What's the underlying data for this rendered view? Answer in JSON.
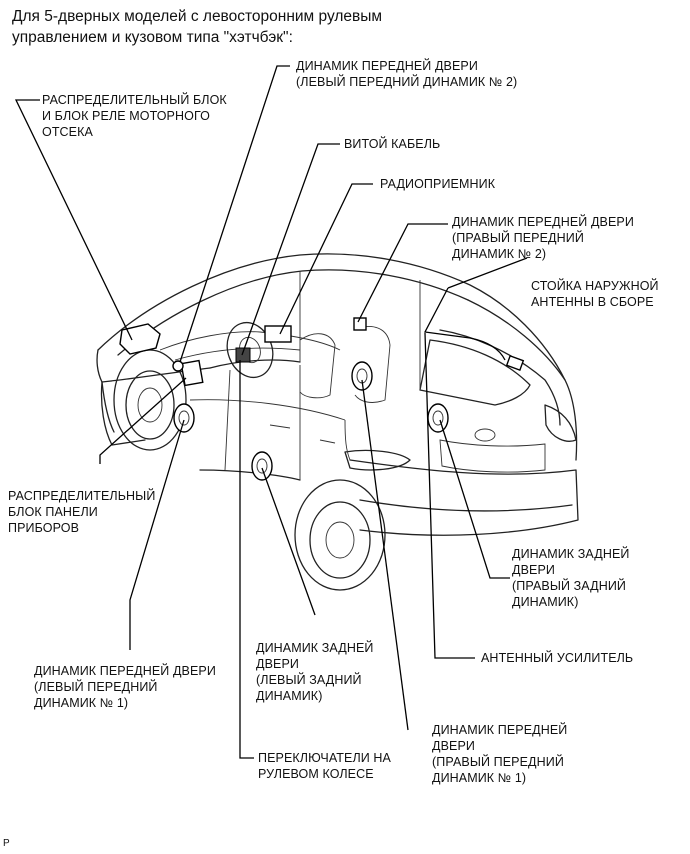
{
  "title": {
    "line1": "Для 5-дверных моделей с левосторонним рулевым",
    "line2": "управлением и кузовом типа \"хэтчбэк\":"
  },
  "labels": {
    "engine_relay_block": [
      "РАСПРЕДЕЛИТЕЛЬНЫЙ БЛОК",
      "И БЛОК РЕЛЕ МОТОРНОГО",
      "ОТСЕКА"
    ],
    "front_door_speaker_left_2": [
      "ДИНАМИК ПЕРЕДНЕЙ ДВЕРИ",
      "(ЛЕВЫЙ ПЕРЕДНИЙ ДИНАМИК № 2)"
    ],
    "spiral_cable": [
      "ВИТОЙ КАБЕЛЬ"
    ],
    "radio_receiver": [
      "РАДИОПРИЕМНИК"
    ],
    "front_door_speaker_right_2": [
      "ДИНАМИК ПЕРЕДНЕЙ ДВЕРИ",
      "(ПРАВЫЙ ПЕРЕДНИЙ",
      "ДИНАМИК № 2)"
    ],
    "antenna_pole": [
      "СТОЙКА НАРУЖНОЙ",
      "АНТЕННЫ В СБОРЕ"
    ],
    "instrument_panel_block": [
      "РАСПРЕДЕЛИТЕЛЬНЫЙ",
      "БЛОК ПАНЕЛИ",
      "ПРИБОРОВ"
    ],
    "rear_door_speaker_right": [
      "ДИНАМИК ЗАДНЕЙ",
      "ДВЕРИ",
      "(ПРАВЫЙ ЗАДНИЙ",
      "ДИНАМИК)"
    ],
    "antenna_amplifier": [
      "АНТЕННЫЙ УСИЛИТЕЛЬ"
    ],
    "rear_door_speaker_left": [
      "ДИНАМИК ЗАДНЕЙ",
      "ДВЕРИ",
      "(ЛЕВЫЙ ЗАДНИЙ",
      "ДИНАМИК)"
    ],
    "front_door_speaker_left_1": [
      "ДИНАМИК ПЕРЕДНЕЙ ДВЕРИ",
      "(ЛЕВЫЙ ПЕРЕДНИЙ",
      "ДИНАМИК № 1)"
    ],
    "front_door_speaker_right_1": [
      "ДИНАМИК ПЕРЕДНЕЙ",
      "ДВЕРИ",
      "(ПРАВЫЙ ПЕРЕДНИЙ",
      "ДИНАМИК № 1)"
    ],
    "steering_switches": [
      "ПЕРЕКЛЮЧАТЕЛИ НА",
      "РУЛЕВОМ КОЛЕСЕ"
    ]
  },
  "footer_mark": "P"
}
